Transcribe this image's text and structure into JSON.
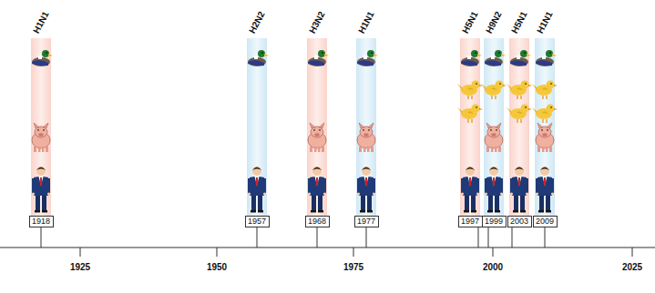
{
  "diagram": {
    "nodes": [
      {
        "text": [
          "1918"
        ]
      },
      {
        "text": [
          "1957"
        ]
      },
      {
        "text": [
          "1968"
        ]
      },
      {
        "text": [
          "1977"
        ]
      },
      {
        "text": [
          "1997"
        ]
      },
      {
        "text": [
          "1999"
        ]
      },
      {
        "text": [
          "2003"
        ]
      },
      {
        "text": [
          "2009"
        ]
      }
    ],
    "labels": [
      "H1N1",
      "H2N2",
      "H3N2",
      "H1N1",
      "H5N1",
      "H9N2",
      "H5N1",
      "H1N1",
      "1925",
      "1950",
      "1975",
      "2000",
      "2025"
    ]
  }
}
